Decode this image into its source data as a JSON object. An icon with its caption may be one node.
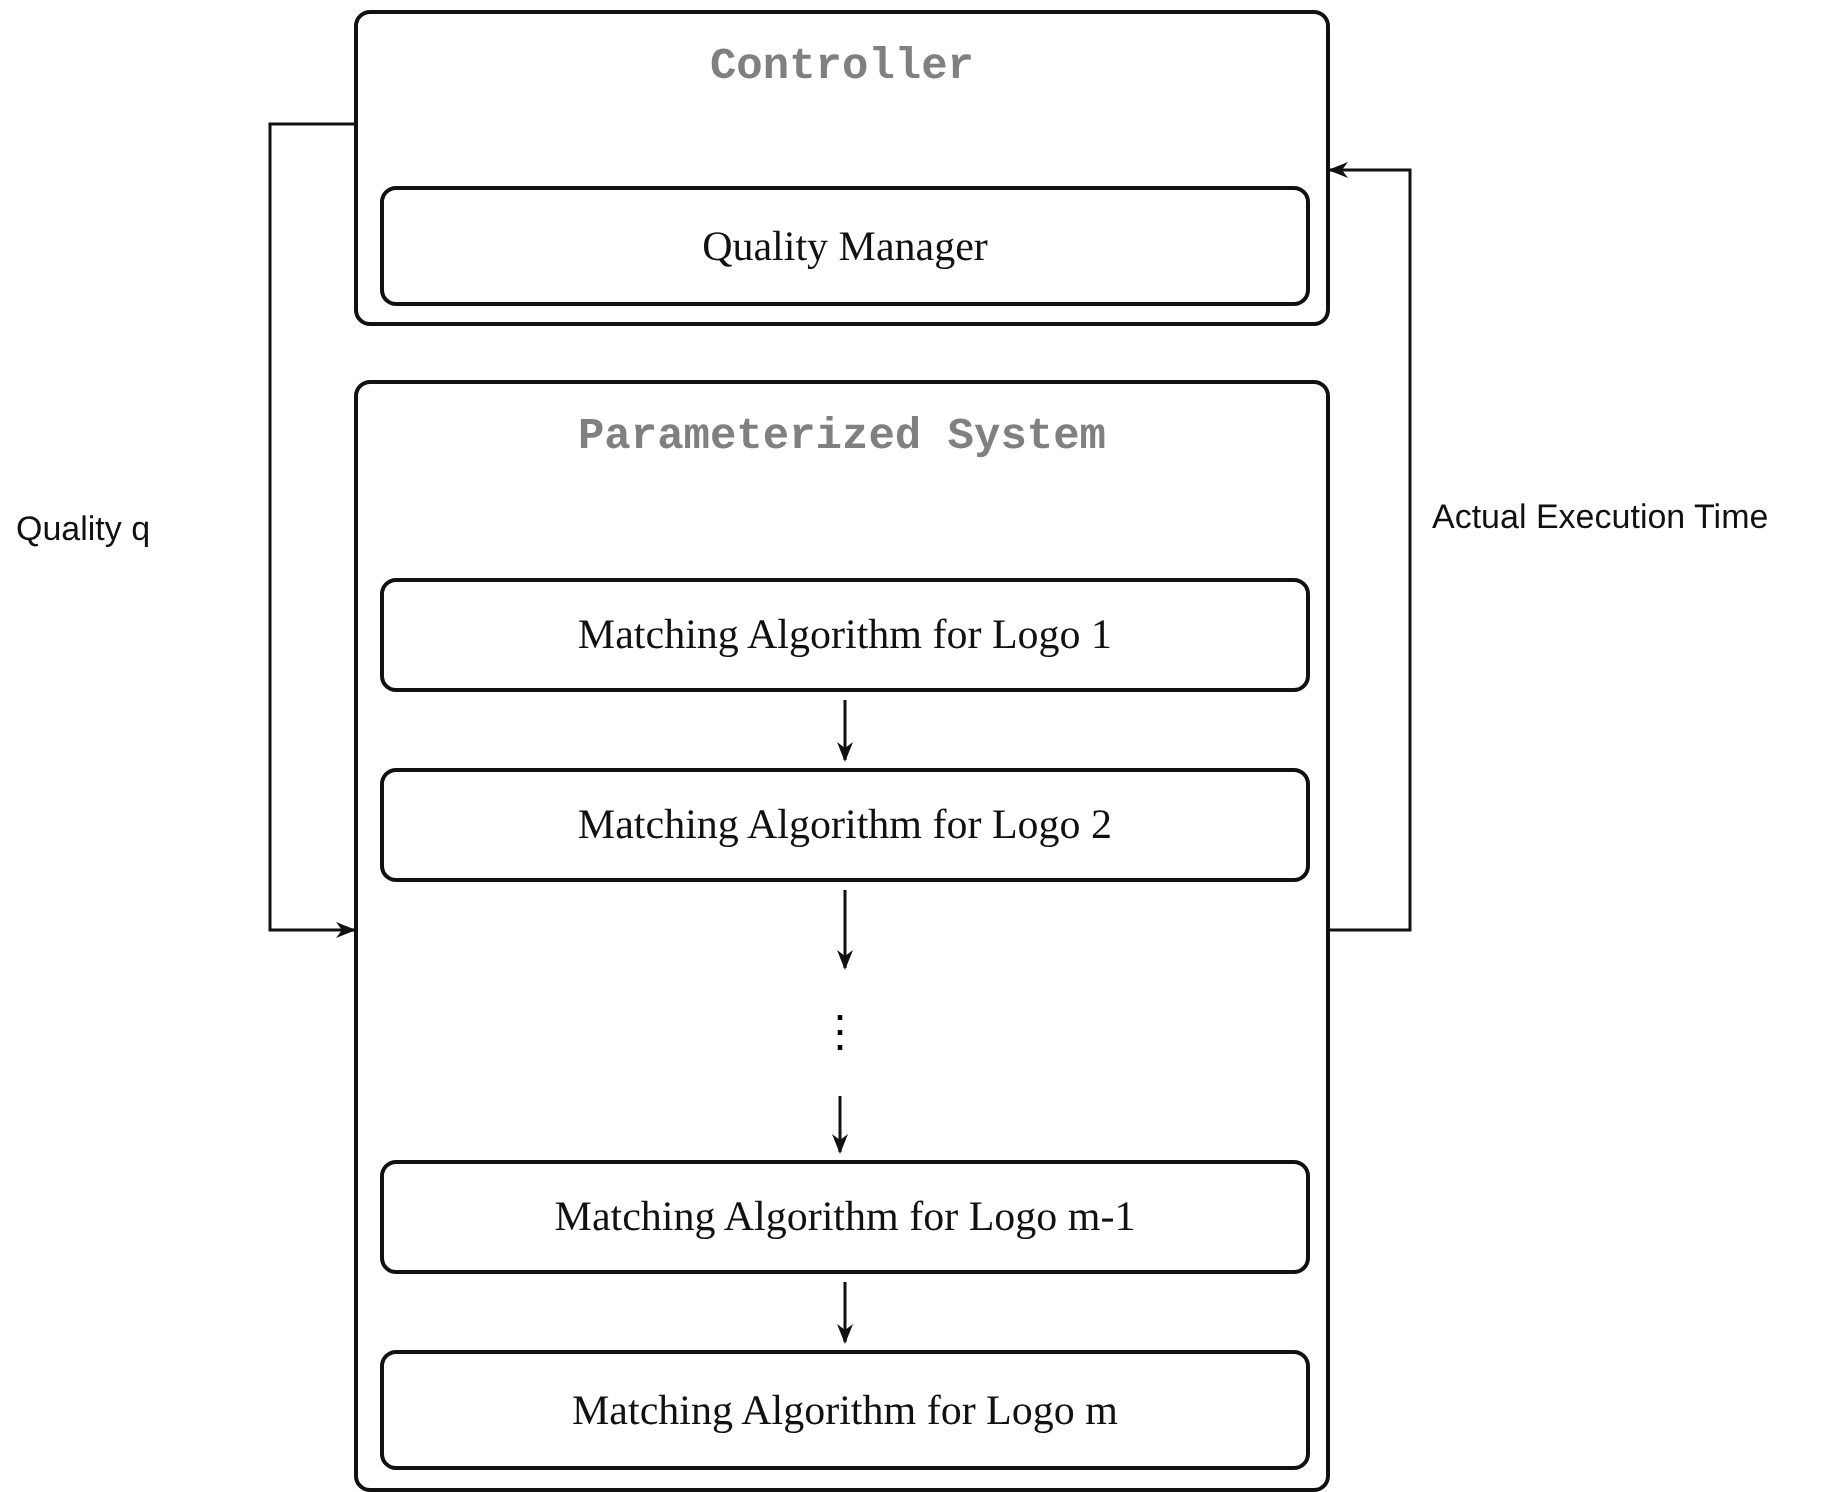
{
  "diagram": {
    "nodes": [
      {
        "text": [
          "Controller"
        ]
      },
      {
        "text": [
          "Quality Manager"
        ],
        "in": 0
      },
      {
        "text": [
          "Parameterized System"
        ]
      },
      {
        "text": [
          "Matching Algorithm for Logo 1"
        ],
        "in": 2
      },
      {
        "text": [
          "Matching Algorithm for Logo 2"
        ],
        "in": 2
      },
      {
        "text": [
          "⋮"
        ],
        "in": 2
      },
      {
        "text": [
          "Matching Algorithm for Logo m-1"
        ],
        "in": 2
      },
      {
        "text": [
          "Matching Algorithm for Logo m"
        ],
        "in": 2
      }
    ],
    "edges": [
      {
        "from": 0,
        "to": 2,
        "arrow": "to",
        "label": "Quality q"
      },
      {
        "from": 2,
        "to": 0,
        "arrow": "to",
        "label": "Actual Execution Time"
      },
      {
        "from": 3,
        "to": 4,
        "arrow": "to"
      },
      {
        "from": 4,
        "to": 5,
        "arrow": "to"
      },
      {
        "from": 5,
        "to": 6,
        "arrow": "to"
      },
      {
        "from": 6,
        "to": 7,
        "arrow": "to"
      }
    ]
  }
}
